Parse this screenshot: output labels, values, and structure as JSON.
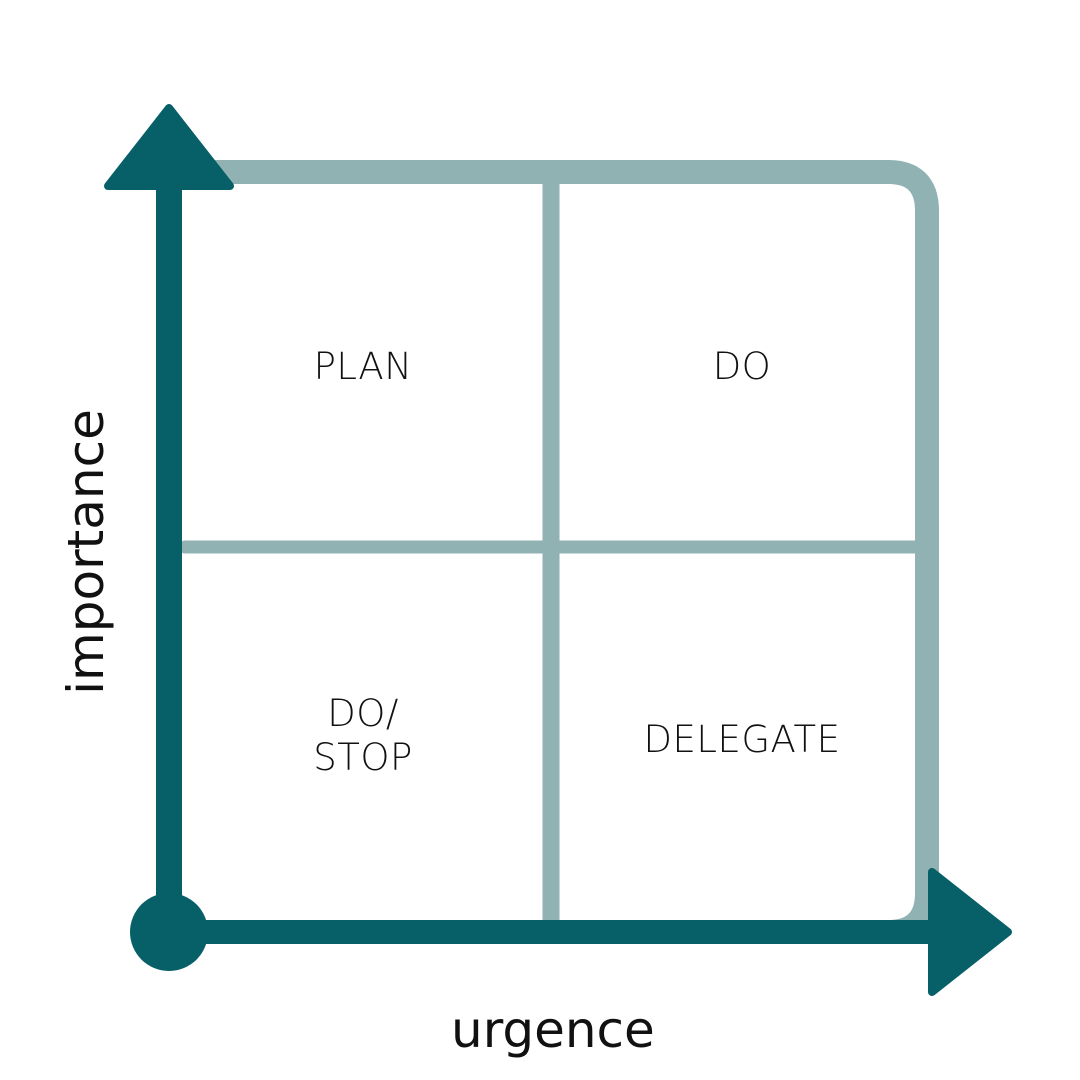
{
  "axes": {
    "x_label": "urgence",
    "y_label": "importance"
  },
  "quadrants": {
    "top_left": "PLAN",
    "top_right": "DO",
    "bottom_left": "DO/\nSTOP",
    "bottom_right": "DELEGATE"
  },
  "colors": {
    "axis": "#075f68",
    "grid": "#90b2b3",
    "text": "#111111",
    "background": "#ffffff"
  }
}
